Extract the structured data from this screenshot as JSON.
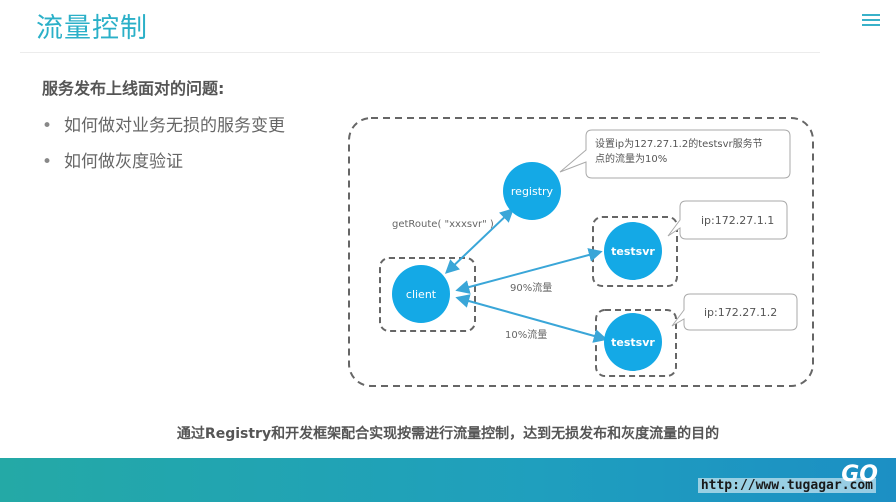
{
  "slide": {
    "title": "流量控制",
    "heading": "服务发布上线面对的问题:",
    "bullets": [
      "如何做对业务无损的服务变更",
      "如何做灰度验证"
    ],
    "caption": "通过Registry和开发框架配合实现按需进行流量控制，达到无损发布和灰度流量的目的",
    "footer_url": "http://www.tugagar.com",
    "logo_text": "GO"
  },
  "diagram": {
    "nodes": {
      "registry": "registry",
      "client": "client",
      "testsvr1": "testsvr",
      "testsvr2": "testsvr"
    },
    "edge_labels": {
      "client_registry": "getRoute( \"xxxsvr\" )",
      "to_testsvr1": "90%流量",
      "to_testsvr2": "10%流量"
    },
    "callouts": {
      "registry_note_line1": "设置ip为127.27.1.2的testsvr服务节",
      "registry_note_line2": "点的流量为10%",
      "testsvr1_ip": "ip:172.27.1.1",
      "testsvr2_ip": "ip:172.27.1.2"
    },
    "colors": {
      "node": "#14a9e6",
      "arrow": "#3aa6d8",
      "dash": "#666666"
    }
  }
}
